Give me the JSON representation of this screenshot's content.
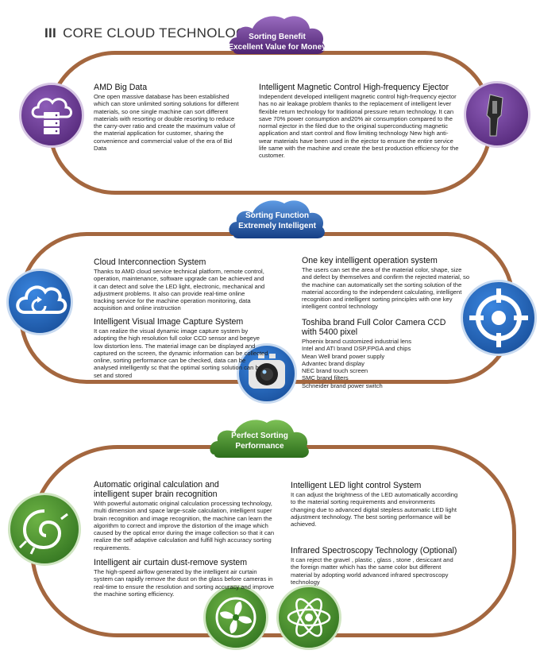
{
  "header": {
    "bars": "III",
    "title": "CORE CLOUD TECHNOLOGY"
  },
  "badges": {
    "b1": {
      "line1": "Sorting Benefit",
      "line2": "Excellent Value for Money"
    },
    "b2": {
      "line1": "Sorting Function",
      "line2": "Extremely Intelligent"
    },
    "b3": {
      "line1": "Perfect Sorting",
      "line2": "Performance"
    }
  },
  "sections": {
    "amd": {
      "title": "AMD Big Data",
      "body": "One open massive database has been established which can store unlimited sorting solutions for different materials, so one single machine can sort different materials with resorting or double resorting to reduce the carry-over ratio and create the maximum value of the material application for customer, sharing the convenience and commercial value of the era of Bid Data"
    },
    "ejector": {
      "title": "Intelligent Magnetic Control High-frequency Ejector",
      "body": "Independent developed intelligent magnetic control high-frequency ejector has no air leakage problem thanks to the replacement of intelligent lever flexible return technology for traditional pressure return technology. It can save 70% power consumption and20% air consumption compared to the normal ejector in the filed due to the original superconducting magnetic application and start control and flow limiting technology New high anti-wear materials have been used in the ejector to ensure the entire service life same with the machine and create the best production efficiency for the customer."
    },
    "cloud_sys": {
      "title": "Cloud Interconnection System",
      "body": "Thanks to AMD cloud service technical platform, remote control, operation, maintenance, software upgrade can be achieved and it can detect and solve the LED light, electronic, mechanical and adjustment problems. It also can provide real-time online tracking service for the machine operation monitoring, data acquisition and online instruction"
    },
    "onekey": {
      "title": "One key intelligent operation system",
      "body": "The users can set the area of the material color, shape, size and defect by themselves and confirm the rejected material, so the machine can automatically set the sorting solution of the material according to the independent calculating, intelligent recognition and intelligent sorting principles with one key intelligent control technology"
    },
    "visual": {
      "title": "Intelligent Visual Image Capture System",
      "body": "It can realize the visual dynamic image capture system by adopting the high resolution full color CCD sensor and begeye low distortion lens. The material image can be displayed and captured on the screen, the dynamic information can be collected online, sorting performance can be checked, data can be analysed intelligently sc that the optimal sorting solution can be set and stored"
    },
    "toshiba": {
      "title1": "Toshiba brand Full Color Camera CCD",
      "title2": "with 5400 pixel",
      "items": [
        "Phoenix brand customized industrial lens",
        "Intel and ATI brand DSP,FPGA and chips",
        "Mean Well brand power supply",
        "Advantec brand display",
        "NEC brand touch screen",
        "SMC brand filters",
        "Schneider brand power switch"
      ]
    },
    "brain": {
      "title1": "Automatic original calculation and",
      "title2": "intelligent super brain recognition",
      "body": "With powerful automatic original calculation processing technology, multi dimension and space large-scale calculation, intelligent super brain recognition and image recognition, the machine can learn the algorithm to correct and improve the distortion of the image which caused by the optical error during the image collection so that it can realize the self adaptive calculation and fulfill high accuracy sorting requirements."
    },
    "led": {
      "title": "Intelligent LED light control System",
      "body": "It can adjust the brightness of the LED automatically according to the material sorting requirements and environments changing due to advanced digital stepless automatic LED light adjustment technology. The best sorting performance will be achieved."
    },
    "aircurtain": {
      "title": "Intelligent air curtain dust-remove system",
      "body": "The high-speed airflow generated by the intelligent air curtain system can rapidly remove the dust on the glass before cameras in real-time to ensure the resolution and sorting accuracy and improve the machine sorting efficiency."
    },
    "infrared": {
      "title": "Infrared Spectroscopy Technology (Optional)",
      "body": "It can reject the gravel , plastic , glass , stone , desiccant and the foreign matter which has the same color but different material by adopting world advanced infrared spectroscopy technology"
    }
  },
  "colors": {
    "frame": "#a4673f",
    "purple": "#6c3a8f",
    "blue": "#1f5fb3",
    "green": "#3f8f2c"
  },
  "icons": [
    "cloud-server-icon",
    "ejector-icon",
    "cloud-refresh-icon",
    "target-icon",
    "camera-lens-icon",
    "brain-spiral-icon",
    "fan-icon",
    "atom-icon"
  ]
}
